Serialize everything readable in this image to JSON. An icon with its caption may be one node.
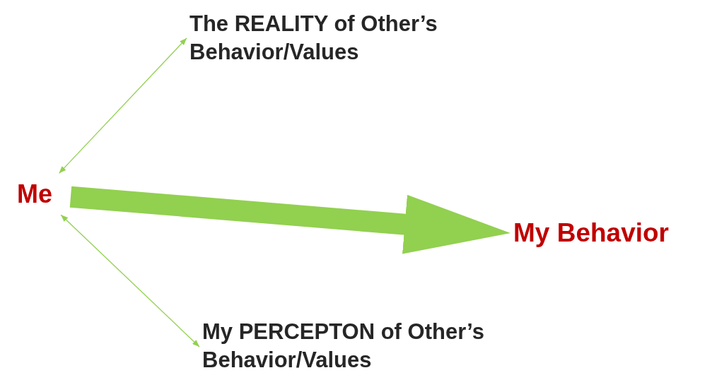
{
  "diagram": {
    "nodes": [
      {
        "text": [
          "The REALITY of Other’s Behavior/Values"
        ]
      },
      {
        "text": [
          "Me"
        ]
      },
      {
        "text": [
          "My Behavior"
        ]
      },
      {
        "text": [
          "My PERCEPTON of Other’s Behavior/Values"
        ]
      }
    ],
    "edges": [
      {
        "from": 1,
        "to": 0,
        "arrow": "both"
      },
      {
        "from": 1,
        "to": 2,
        "arrow": "to",
        "style": "thick"
      },
      {
        "from": 1,
        "to": 3,
        "arrow": "both"
      }
    ]
  }
}
